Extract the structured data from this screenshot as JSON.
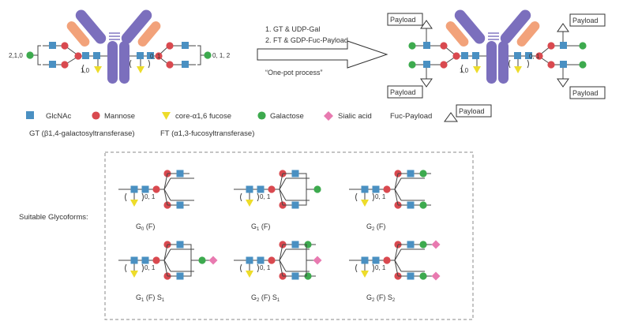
{
  "left_antibody": {
    "left_sub": "2,1,0",
    "right_sub": "0, 1, 2",
    "fuc_left": "1,0",
    "fuc_right": "0, 1"
  },
  "right_antibody": {
    "fuc_left": "1,0",
    "fuc_right": "0, 1",
    "payload_tag": "Payload"
  },
  "reaction": {
    "step1": "1. GT & UDP-Gal",
    "step2": "2. FT & GDP-Fuc-Payload",
    "note": "“One-pot process”"
  },
  "legend": {
    "glcnac": "GlcNAc",
    "mannose": "Mannose",
    "fucose": "core-α1,6 fucose",
    "galactose": "Galactose",
    "sialic": "Sialic acid",
    "fuc_payload": "Fuc-Payload",
    "payload_tag": "Payload",
    "gt": "GT (β1,4-galactosyltransferase)",
    "ft": "FT (α1,3-fucosyltransferase)"
  },
  "glycoforms": {
    "title": "Suitable Glycoforms:",
    "fuc_count": "0, 1",
    "items": [
      {
        "base": "G",
        "sub": "0",
        "suffix": "(F)",
        "s": "",
        "s_sub": ""
      },
      {
        "base": "G",
        "sub": "1",
        "suffix": "(F)",
        "s": "",
        "s_sub": ""
      },
      {
        "base": "G",
        "sub": "2",
        "suffix": "(F)",
        "s": "",
        "s_sub": ""
      },
      {
        "base": "G",
        "sub": "1",
        "suffix": "(F)",
        "s": "S",
        "s_sub": "1"
      },
      {
        "base": "G",
        "sub": "2",
        "suffix": "(F)",
        "s": "S",
        "s_sub": "1"
      },
      {
        "base": "G",
        "sub": "2",
        "suffix": "(F)",
        "s": "S",
        "s_sub": "2"
      }
    ]
  },
  "colors": {
    "glcnac": "#4a90c2",
    "mannose": "#d9494f",
    "fucose": "#eddc2a",
    "galactose": "#3daa4e",
    "sialic": "#e87ab0",
    "heavy": "#7b6fbd",
    "light": "#f2a27a"
  }
}
